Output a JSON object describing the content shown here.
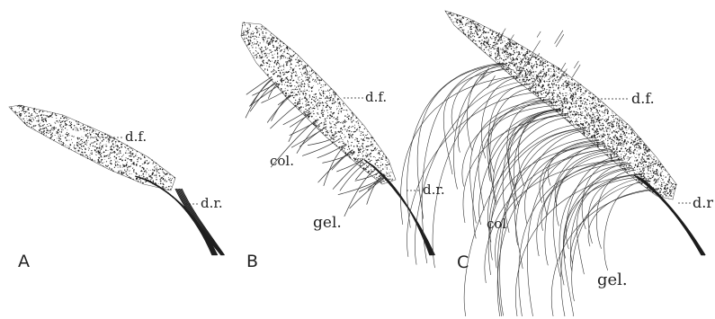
{
  "panels": [
    {
      "letter": "A",
      "labels": {
        "df": "d.f.",
        "dr": "d.r."
      }
    },
    {
      "letter": "B",
      "labels": {
        "df": "d.f.",
        "dr": "d.r.",
        "col": "col.",
        "gel": "gel."
      }
    },
    {
      "letter": "C",
      "labels": {
        "df": "d.f.",
        "dr": "d.r",
        "col": "col",
        "gel": "gel."
      }
    }
  ],
  "ink_color": "#1e1e1e"
}
